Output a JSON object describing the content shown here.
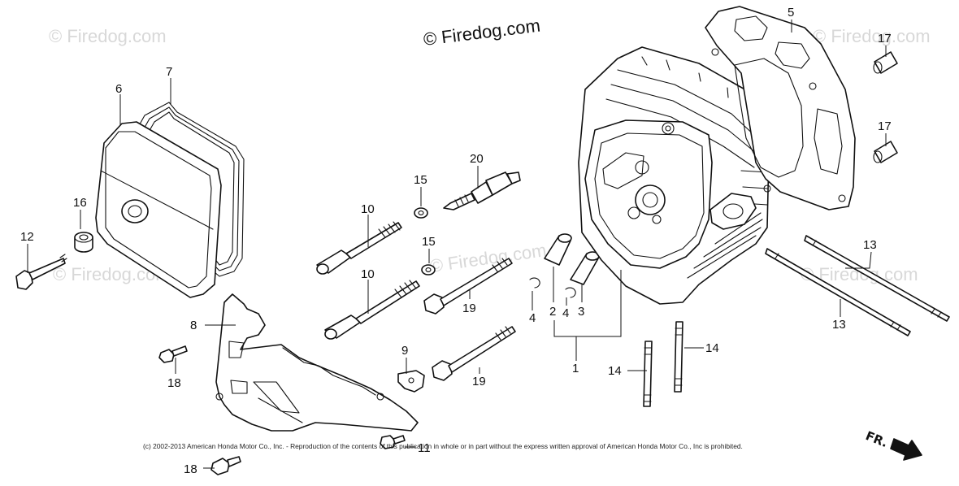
{
  "watermarks": {
    "main": "© Firedog.com",
    "faint": "© Firedog.com"
  },
  "copyright": "(c) 2002-2013 American Honda Motor Co., Inc. - Reproduction of the contents of this publication in whole or in part without the express written approval of American Honda Motor Co., Inc is prohibited.",
  "direction_label": "FR.",
  "callouts": {
    "c1": "1",
    "c2": "2",
    "c3": "3",
    "c4a": "4",
    "c4b": "4",
    "c5": "5",
    "c6": "6",
    "c7": "7",
    "c8": "8",
    "c9": "9",
    "c10a": "10",
    "c10b": "10",
    "c11": "11",
    "c12": "12",
    "c13a": "13",
    "c13b": "13",
    "c14a": "14",
    "c14b": "14",
    "c15a": "15",
    "c15b": "15",
    "c16": "16",
    "c17a": "17",
    "c17b": "17",
    "c18a": "18",
    "c18b": "18",
    "c19a": "19",
    "c19b": "19",
    "c20": "20"
  },
  "colors": {
    "line": "#111111",
    "watermark": "#d8d8d8",
    "background": "#ffffff"
  }
}
